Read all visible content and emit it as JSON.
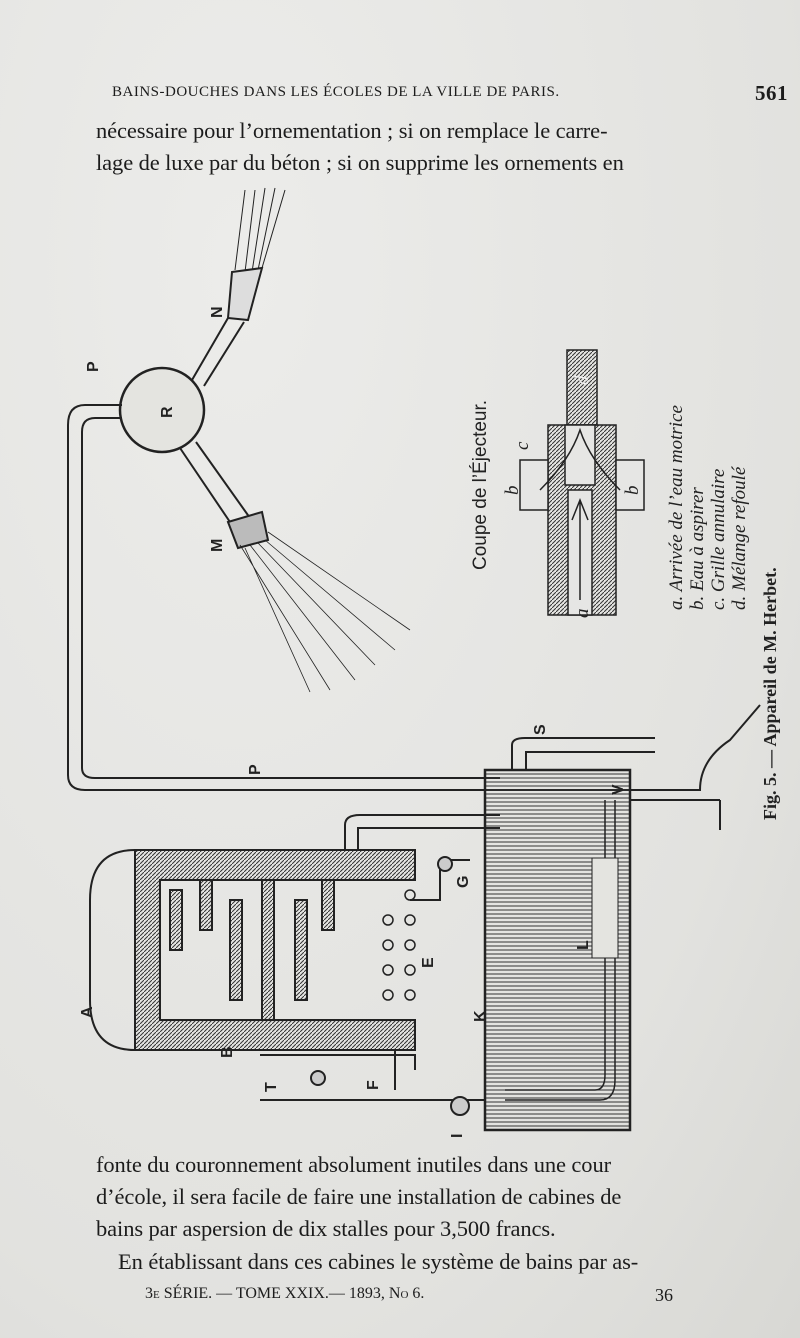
{
  "header": {
    "running_title": "BAINS-DOUCHES DANS LES ÉCOLES DE LA VILLE DE PARIS.",
    "page_number": "561"
  },
  "body_top": [
    "nécessaire pour l’ornementation ; si on remplace le carre-",
    "lage de luxe par du béton ; si on supprime les ornements en"
  ],
  "figure": {
    "caption": "Fig. 5. — Appareil de M. Herbet.",
    "inset_title": "Coupe de l’Éjecteur.",
    "legend": [
      "a. Arrivée de l’eau motrice",
      "b. Eau à aspirer",
      "c. Grille annulaire",
      "d. Mélange refoulé"
    ],
    "inset_labels": {
      "a": "a",
      "b1": "b",
      "b2": "b",
      "c": "c",
      "d": "d"
    },
    "labels": {
      "N": "N",
      "P1": "P",
      "R": "R",
      "M": "M",
      "P2": "P",
      "S": "S",
      "V": "V",
      "G": "G",
      "E": "E",
      "L": "L",
      "K": "K",
      "A": "A",
      "B": "B",
      "T": "T",
      "F": "F",
      "I": "I"
    }
  },
  "body_bottom": [
    "fonte du couronnement absolument inutiles dans une cour",
    "d’école, il sera facile de faire une installation de cabines de",
    "bains par aspersion de dix stalles pour 3,500 francs.",
    "En établissant dans ces cabines le système de bains par as-"
  ],
  "footer": {
    "series": "3e SÉRIE. — TOME XXIX.— 1893, No 6.",
    "signature": "36"
  }
}
